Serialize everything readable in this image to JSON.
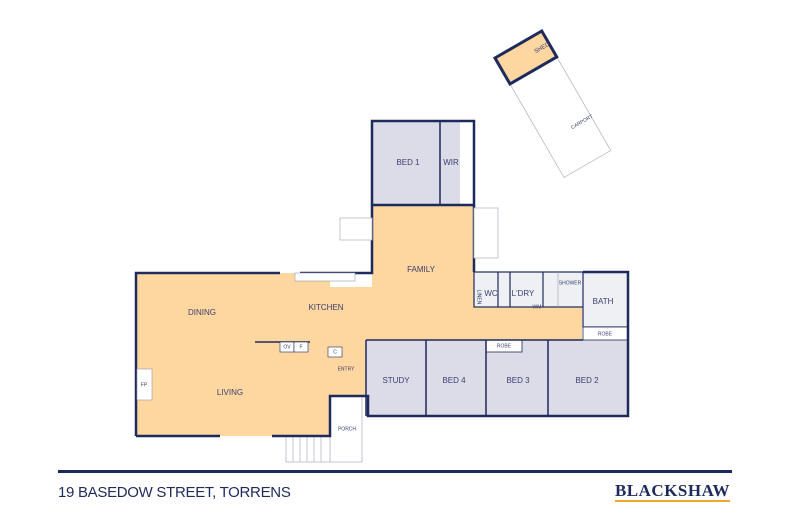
{
  "colors": {
    "living_fill": "#fdd6a0",
    "bedroom_fill": "#dcdce8",
    "wall": "#1f2a5c",
    "label": "#3a3f6e",
    "accent_underline": "#f0a830"
  },
  "rooms": {
    "dining": "DINING",
    "living": "LIVING",
    "kitchen": "KITCHEN",
    "family": "FAMILY",
    "entry": "ENTRY",
    "porch": "PORCH",
    "study": "STUDY",
    "bed1": "BED 1",
    "wir": "WIR",
    "bed2": "BED 2",
    "bed3": "BED 3",
    "bed4": "BED 4",
    "wc": "WC",
    "laundry": "L'DRY",
    "bath": "BATH",
    "shower": "SHOWER",
    "linen": "LINEN",
    "robe_bed3": "ROBE",
    "robe_bed2": "ROBE",
    "shed": "SHED",
    "carport": "CARPORT"
  },
  "fixtures": {
    "fireplace": "FP",
    "oven": "OV",
    "fridge": "F",
    "cupboard": "C",
    "washing_machine": "WM"
  },
  "footer": {
    "address": "19 BASEDOW STREET, TORRENS",
    "brand": "BLACKSHAW"
  }
}
